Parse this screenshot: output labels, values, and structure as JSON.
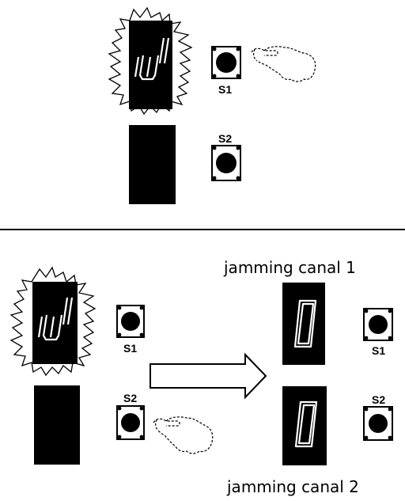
{
  "buttons": {
    "s1": "S1",
    "s2": "S2"
  },
  "captions": {
    "canal1": "jamming canal 1",
    "canal2": "jamming canal 2"
  },
  "icons": {
    "burst": "flash-burst-icon",
    "hand": "pointing-hand-icon",
    "arrow": "right-arrow-icon"
  }
}
